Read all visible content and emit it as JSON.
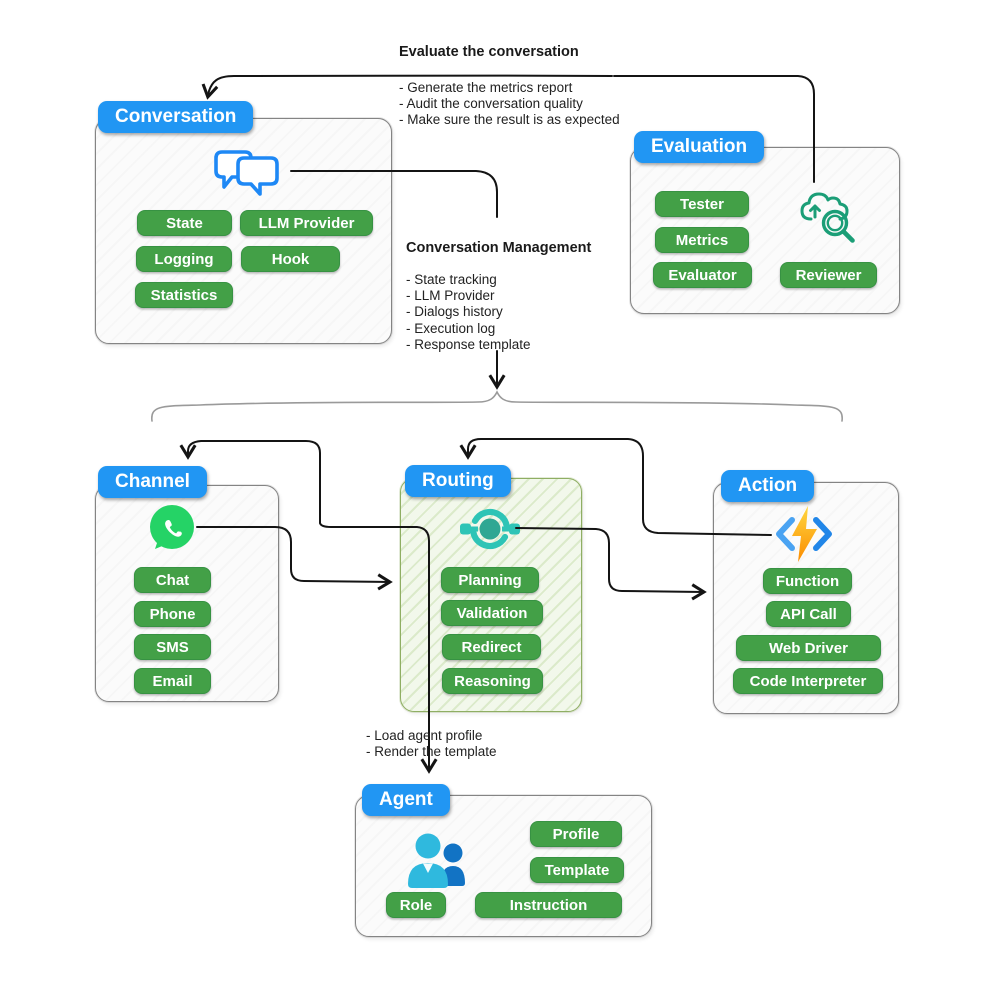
{
  "diagram": {
    "annotations": {
      "evaluate": {
        "title": "Evaluate the conversation",
        "bullets": [
          "- Generate the metrics report",
          "- Audit the conversation quality",
          "- Make sure the result is as expected"
        ]
      },
      "management": {
        "title": "Conversation Management",
        "bullets": [
          "- State tracking",
          "- LLM Provider",
          "- Dialogs history",
          "- Execution log",
          "- Response template"
        ]
      },
      "agent_notes": {
        "bullets": [
          "- Load agent profile",
          "- Render the template"
        ]
      }
    },
    "boxes": {
      "conversation": {
        "title": "Conversation",
        "icon": "chat-bubbles-icon",
        "pills": [
          "State",
          "LLM Provider",
          "Logging",
          "Hook",
          "Statistics"
        ]
      },
      "evaluation": {
        "title": "Evaluation",
        "icon": "cloud-search-icon",
        "pills": [
          "Tester",
          "Metrics",
          "Evaluator",
          "Reviewer"
        ]
      },
      "channel": {
        "title": "Channel",
        "icon": "whatsapp-icon",
        "pills": [
          "Chat",
          "Phone",
          "SMS",
          "Email"
        ]
      },
      "routing": {
        "title": "Routing",
        "icon": "load-balancer-icon",
        "pills": [
          "Planning",
          "Validation",
          "Redirect",
          "Reasoning"
        ]
      },
      "action": {
        "title": "Action",
        "icon": "azure-functions-icon",
        "pills": [
          "Function",
          "API Call",
          "Web Driver",
          "Code Interpreter"
        ]
      },
      "agent": {
        "title": "Agent",
        "icon": "team-users-icon",
        "pills": [
          "Profile",
          "Template",
          "Role",
          "Instruction"
        ]
      }
    },
    "colors": {
      "header_blue": "#2196F3",
      "pill_green": "#43A047",
      "whatsapp_green": "#25D366",
      "routing_teal": "#2EC4B6",
      "evaluation_icon_green": "#1B9E77",
      "connector_black": "#141414",
      "brace_gray": "#9A9A9A"
    }
  }
}
